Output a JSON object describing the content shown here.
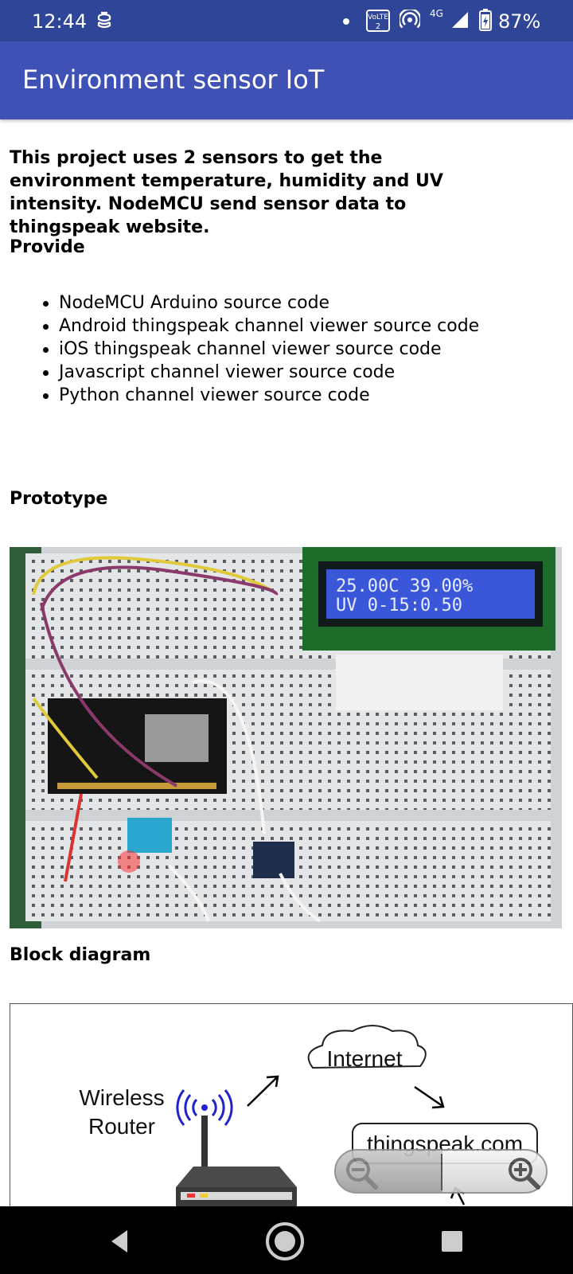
{
  "status_bar": {
    "time": "12:44",
    "network": "4G",
    "battery": "87%",
    "icons": [
      "sim-toolkit-icon",
      "dot-icon",
      "volte-icon",
      "hotspot-icon",
      "signal-icon",
      "battery-icon"
    ]
  },
  "app_bar": {
    "title": "Environment sensor IoT"
  },
  "content": {
    "intro": "This project uses 2 sensors to get the environment temperature, humidity and UV intensity. NodeMCU send sensor data to thingspeak website.",
    "provide_heading": "Provide",
    "provide_items": [
      "NodeMCU Arduino source code",
      "Android thingspeak channel viewer source code",
      "iOS thingspeak channel viewer source code",
      "Javascript channel viewer source code",
      "Python channel viewer source code"
    ],
    "prototype_heading": "Prototype",
    "prototype_photo": {
      "lcd_line1": "25.00C  39.00%",
      "lcd_line2": "UV 0-15:0.50"
    },
    "block_diagram_heading": "Block diagram",
    "block_diagram": {
      "router_label_1": "Wireless",
      "router_label_2": "Router",
      "cloud_label": "Internet",
      "site_label": "thingspeak.com"
    }
  },
  "zoom_control": {
    "zoom_out_icon": "zoom-out-icon",
    "zoom_in_icon": "zoom-in-icon"
  },
  "nav_bar": {
    "icons": [
      "back-icon",
      "home-icon",
      "recents-icon"
    ]
  },
  "colors": {
    "status_bar": "#2f4597",
    "app_bar": "#3f51b5",
    "nav_bar": "#000000"
  }
}
